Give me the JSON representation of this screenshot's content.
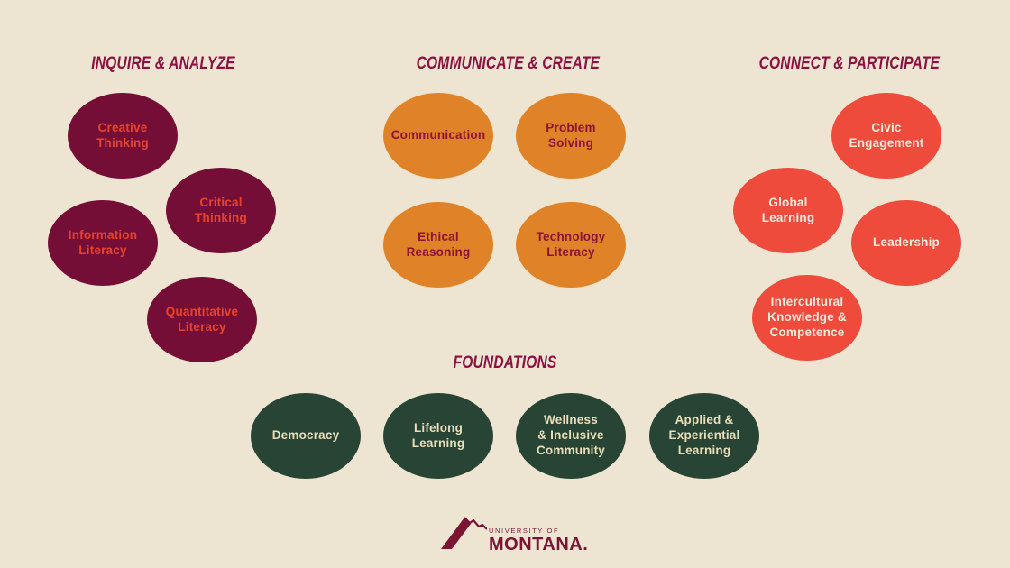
{
  "canvas": {
    "background_color": "#ede5d2"
  },
  "groups": [
    {
      "heading": "INQUIRE & ANALYZE",
      "bubble_color": "#750e36",
      "text_color": "#e8432d",
      "bubbles": [
        {
          "label": "Creative\nThinking"
        },
        {
          "label": "Critical\nThinking"
        },
        {
          "label": "Information\nLiteracy"
        },
        {
          "label": "Quantitative\nLiteracy"
        }
      ]
    },
    {
      "heading": "COMMUNICATE & CREATE",
      "bubble_color": "#e08328",
      "text_color": "#8c1238",
      "bubbles": [
        {
          "label": "Communication"
        },
        {
          "label": "Problem\nSolving"
        },
        {
          "label": "Ethical\nReasoning"
        },
        {
          "label": "Technology\nLiteracy"
        }
      ]
    },
    {
      "heading": "CONNECT & PARTICIPATE",
      "bubble_color": "#ee4b3c",
      "text_color": "#f3ecda",
      "bubbles": [
        {
          "label": "Civic\nEngagement"
        },
        {
          "label": "Global\nLearning"
        },
        {
          "label": "Leadership"
        },
        {
          "label": "Intercultural\nKnowledge &\nCompetence"
        }
      ]
    },
    {
      "heading": "FOUNDATIONS",
      "bubble_color": "#284434",
      "text_color": "#e9dfba",
      "bubbles": [
        {
          "label": "Democracy"
        },
        {
          "label": "Lifelong\nLearning"
        },
        {
          "label": "Wellness\n& Inclusive\nCommunity"
        },
        {
          "label": "Applied &\nExperiential\nLearning"
        }
      ]
    }
  ],
  "heading_color": "#8c1140",
  "logo": {
    "line1": "UNIVERSITY OF",
    "line2": "MONTANA.",
    "color": "#7b1433"
  }
}
